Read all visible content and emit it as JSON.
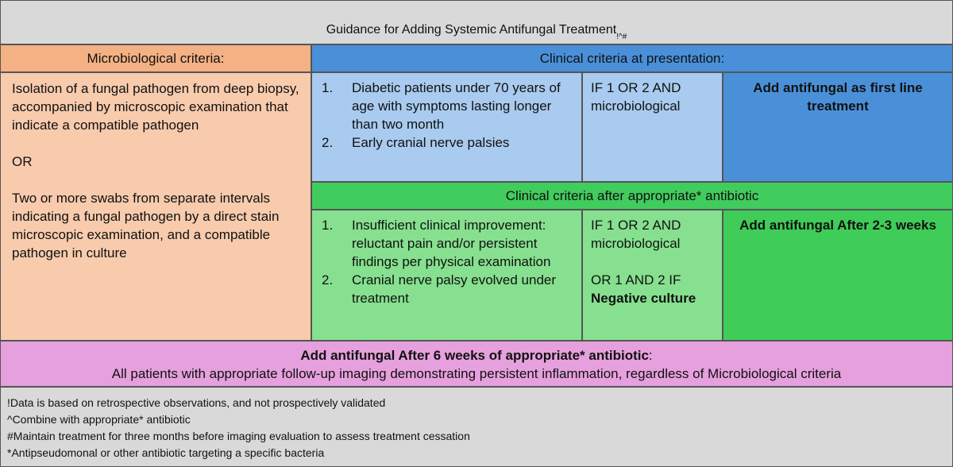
{
  "title": {
    "text": "Guidance for Adding Systemic Antifungal Treatment",
    "superscript": "!^#"
  },
  "microbiological": {
    "header": "Microbiological criteria:",
    "paragraphs": [
      "Isolation of a fungal pathogen from deep biopsy, accompanied by microscopic examination that indicate a compatible pathogen",
      "OR",
      "Two or more swabs from separate intervals indicating a fungal pathogen by a direct stain microscopic examination, and a compatible pathogen in culture"
    ]
  },
  "presentation": {
    "header": "Clinical criteria at presentation:",
    "items": [
      {
        "num": "1.",
        "text": "Diabetic patients under 70 years of age with symptoms lasting longer than two month"
      },
      {
        "num": "2.",
        "text": "Early cranial nerve palsies"
      }
    ],
    "condition": "IF 1 OR 2  AND microbiological",
    "action": "Add antifungal as first line treatment"
  },
  "after_antibiotic": {
    "header": "Clinical criteria after appropriate* antibiotic",
    "items": [
      {
        "num": "1.",
        "text": "Insufficient clinical improvement: reluctant pain and/or   persistent findings per physical examination"
      },
      {
        "num": "2.",
        "text": "Cranial nerve palsy evolved under treatment"
      }
    ],
    "condition_1": "IF 1 OR 2  AND microbiological",
    "condition_2": "OR 1  AND  2 IF",
    "condition_2_bold": "Negative culture",
    "action": "Add antifungal After 2-3 weeks"
  },
  "six_weeks": {
    "heading_bold": "Add antifungal After 6 weeks of appropriate* antibiotic",
    "heading_suffix": ":",
    "text": "All patients with appropriate follow-up imaging demonstrating persistent inflammation, regardless of Microbiological criteria"
  },
  "footnotes": [
    "!Data is based on retrospective observations, and not prospectively validated",
    "^Combine with appropriate* antibiotic",
    "#Maintain treatment for three months before imaging evaluation to assess treatment cessation",
    "*Antipseudomonal or other antibiotic targeting a specific bacteria"
  ],
  "colors": {
    "title_bg": "#d9d9d9",
    "micro_header": "#f4b183",
    "micro_body": "#f8cbad",
    "blue_dark": "#4a90d9",
    "blue_light": "#a9cbef",
    "green_dark": "#3fcc58",
    "green_light": "#86e08f",
    "pink": "#e6a0dd"
  }
}
